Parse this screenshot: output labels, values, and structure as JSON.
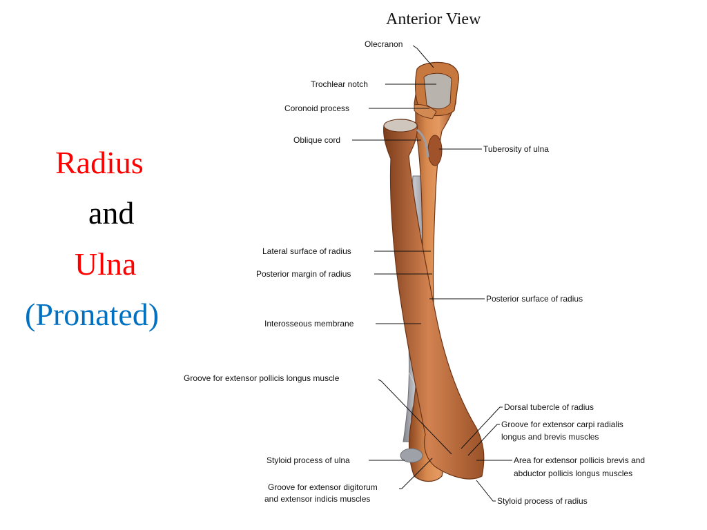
{
  "slide": {
    "title_lines": [
      "Radius",
      "and",
      "Ulna",
      "(Pronated)"
    ],
    "title_colors": {
      "radius": "#ff0000",
      "and": "#000000",
      "ulna": "#ff0000",
      "pronated": "#0070c0"
    }
  },
  "diagram": {
    "title": "Anterior View",
    "bone_color": "#c8743c",
    "membrane_color": "#a9aab0",
    "labels": {
      "olecranon": "Olecranon",
      "trochlear_notch": "Trochlear notch",
      "coronoid_process": "Coronoid process",
      "oblique_cord": "Oblique cord",
      "tuberosity_of_ulna": "Tuberosity of ulna",
      "lateral_surface_of_radius": "Lateral surface of radius",
      "posterior_margin_of_radius": "Posterior margin of radius",
      "posterior_surface_of_radius": "Posterior surface of radius",
      "interosseous_membrane": "Interosseous membrane",
      "groove_epl": "Groove for extensor pollicis longus muscle",
      "dorsal_tubercle": "Dorsal tubercle of radius",
      "groove_ecr_1": "Groove for extensor carpi radialis",
      "groove_ecr_2": "longus and brevis muscles",
      "styloid_ulna": "Styloid process of ulna",
      "area_epb_1": "Area for extensor pollicis brevis and",
      "area_epb_2": "abductor pollicis longus muscles",
      "groove_ed_1": "Groove for extensor digitorum",
      "groove_ed_2": "and extensor indicis muscles",
      "styloid_radius": "Styloid process of radius"
    }
  }
}
